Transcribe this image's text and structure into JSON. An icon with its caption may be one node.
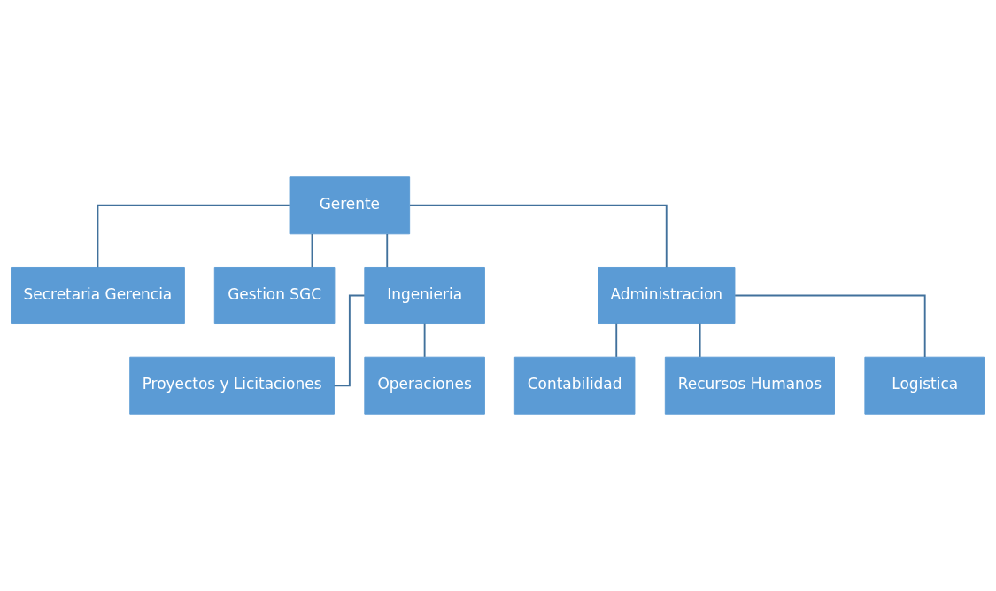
{
  "diagram": {
    "nodes": [
      {
        "text": [
          "Gerente"
        ]
      },
      {
        "text": [
          "Secretaria Gerencia"
        ]
      },
      {
        "text": [
          "Gestion SGC"
        ]
      },
      {
        "text": [
          "Ingenieria"
        ]
      },
      {
        "text": [
          "Administracion"
        ]
      },
      {
        "text": [
          "Contabilidad"
        ]
      },
      {
        "text": [
          "Proyectos y Licitaciones"
        ]
      },
      {
        "text": [
          "Operaciones"
        ]
      },
      {
        "text": [
          "Recursos Humanos"
        ]
      },
      {
        "text": [
          "Logistica"
        ]
      }
    ],
    "edges": [
      {
        "from": 0,
        "to": 1,
        "arrow": "none"
      },
      {
        "from": 0,
        "to": 2,
        "arrow": "none"
      },
      {
        "from": 0,
        "to": 3,
        "arrow": "none"
      },
      {
        "from": 0,
        "to": 4,
        "arrow": "none"
      },
      {
        "from": 4,
        "to": 5,
        "arrow": "none"
      },
      {
        "from": 3,
        "to": 6,
        "arrow": "none"
      },
      {
        "from": 3,
        "to": 7,
        "arrow": "none"
      },
      {
        "from": 4,
        "to": 8,
        "arrow": "none"
      },
      {
        "from": 4,
        "to": 9,
        "arrow": "none"
      }
    ]
  }
}
